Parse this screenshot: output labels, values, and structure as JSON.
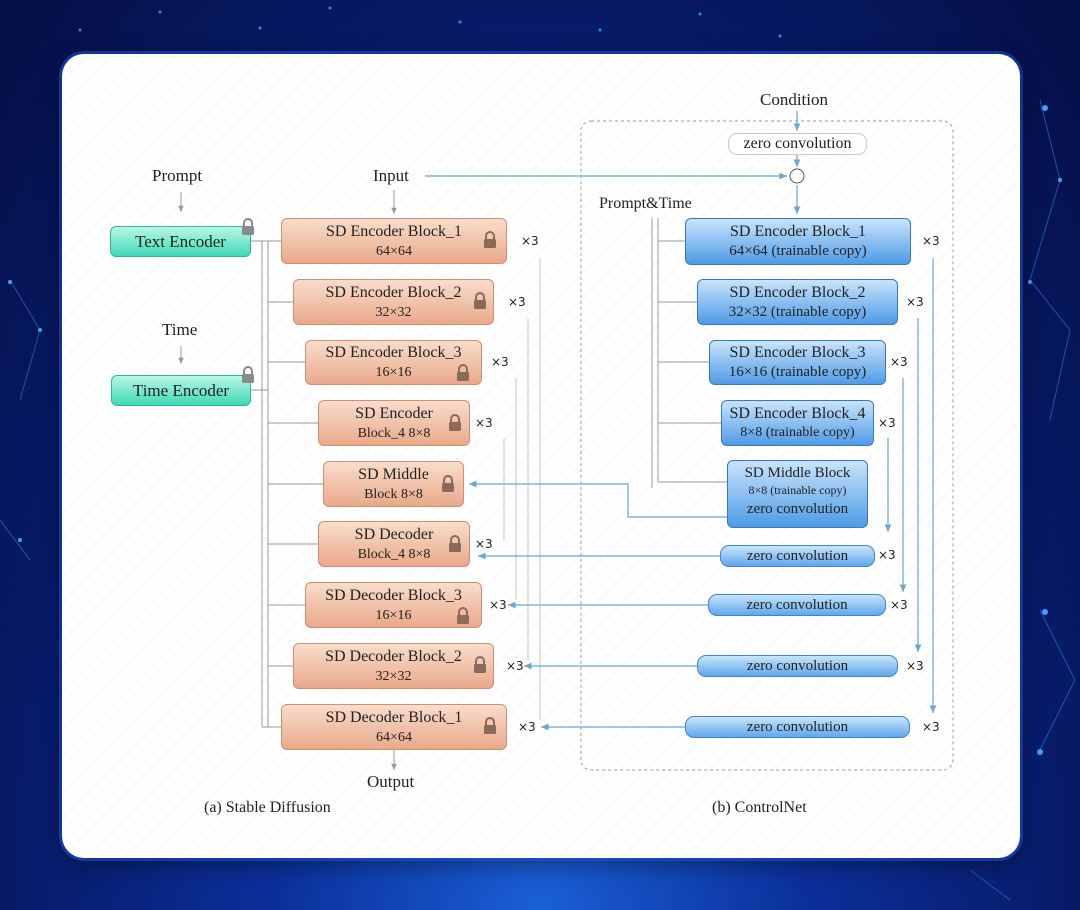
{
  "sd": {
    "prompt": "Prompt",
    "time": "Time",
    "text_encoder": "Text Encoder",
    "time_encoder": "Time Encoder",
    "input": "Input",
    "output": "Output",
    "caption": "(a) Stable Diffusion",
    "blocks": [
      {
        "line1": "SD Encoder Block_1",
        "line2": "64×64"
      },
      {
        "line1": "SD Encoder Block_2",
        "line2": "32×32"
      },
      {
        "line1": "SD Encoder Block_3",
        "line2": "16×16"
      },
      {
        "line1": "SD Encoder",
        "line2": "Block_4 8×8"
      },
      {
        "line1": "SD Middle",
        "line2": "Block 8×8"
      },
      {
        "line1": "SD Decoder",
        "line2": "Block_4 8×8"
      },
      {
        "line1": "SD Decoder Block_3",
        "line2": "16×16"
      },
      {
        "line1": "SD Decoder Block_2",
        "line2": "32×32"
      },
      {
        "line1": "SD Decoder Block_1",
        "line2": "64×64"
      }
    ],
    "multiplier": "×3"
  },
  "cn": {
    "condition": "Condition",
    "zero_conv_top": "zero convolution",
    "plus": "+",
    "prompt_time": "Prompt&Time",
    "caption": "(b) ControlNet",
    "blocks": [
      {
        "line1": "SD Encoder Block_1",
        "line2": "64×64 (trainable copy)"
      },
      {
        "line1": "SD Encoder Block_2",
        "line2": "32×32 (trainable copy)"
      },
      {
        "line1": "SD Encoder Block_3",
        "line2": "16×16 (trainable copy)"
      },
      {
        "line1": "SD Encoder Block_4",
        "line2": "8×8 (trainable copy)"
      },
      {
        "line1": "SD Middle Block",
        "line2": "8×8 (trainable copy)",
        "line3": "zero convolution"
      }
    ],
    "zero_convs": [
      "zero convolution",
      "zero convolution",
      "zero convolution",
      "zero convolution"
    ],
    "multiplier": "×3"
  },
  "colors": {
    "sd_block": "#eaa98a",
    "cn_block": "#4f9be6",
    "encoder": "#40d9b8",
    "arrow": "#6aa6cf",
    "line": "#9a9a9a",
    "dashed_border": "#8fb3d6"
  },
  "icons": {
    "lock": "lock-icon"
  }
}
